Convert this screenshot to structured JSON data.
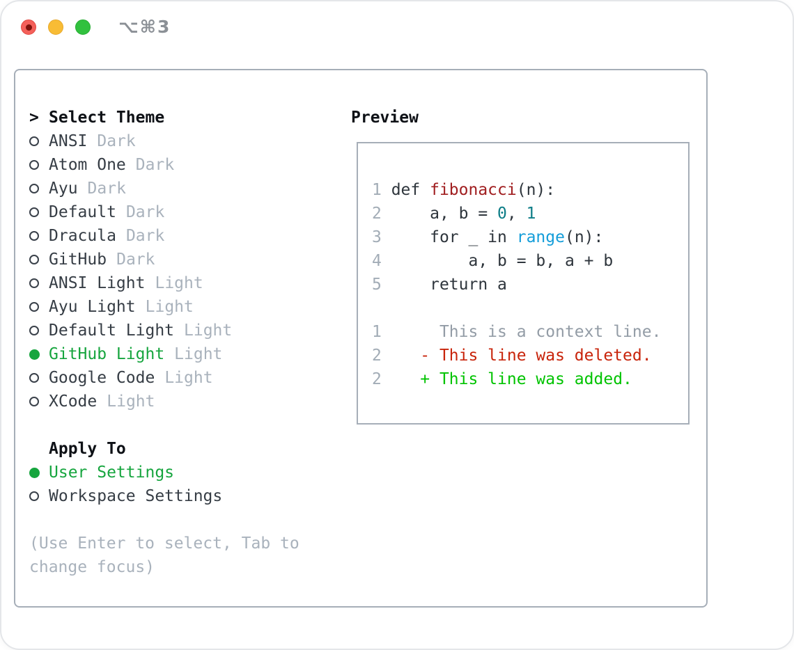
{
  "window": {
    "title": "⌥⌘3"
  },
  "colors": {
    "accent-green": "#16a53e",
    "diff-add": "#00c300",
    "diff-del": "#c8240b",
    "syntax-fn": "#a01e20",
    "syntax-literal": "#0d7d87",
    "syntax-builtin": "#149dd9",
    "muted": "#a9b2bc",
    "text-dark": "#363d45",
    "border": "#a6aeb8",
    "traffic-red": "#f4605a",
    "traffic-yellow": "#f8bc35",
    "traffic-green": "#31c13e"
  },
  "left": {
    "header": {
      "prompt": ">",
      "label": "Select Theme"
    },
    "themes": [
      {
        "name": "ANSI",
        "variant": "Dark",
        "selected": false
      },
      {
        "name": "Atom One",
        "variant": "Dark",
        "selected": false
      },
      {
        "name": "Ayu",
        "variant": "Dark",
        "selected": false
      },
      {
        "name": "Default",
        "variant": "Dark",
        "selected": false
      },
      {
        "name": "Dracula",
        "variant": "Dark",
        "selected": false
      },
      {
        "name": "GitHub",
        "variant": "Dark",
        "selected": false
      },
      {
        "name": "ANSI Light",
        "variant": "Light",
        "selected": false
      },
      {
        "name": "Ayu Light",
        "variant": "Light",
        "selected": false
      },
      {
        "name": "Default Light",
        "variant": "Light",
        "selected": false
      },
      {
        "name": "GitHub Light",
        "variant": "Light",
        "selected": true
      },
      {
        "name": "Google Code",
        "variant": "Light",
        "selected": false
      },
      {
        "name": "XCode",
        "variant": "Light",
        "selected": false
      }
    ],
    "apply_to": {
      "header": "Apply To",
      "options": [
        {
          "name": "User Settings",
          "selected": true
        },
        {
          "name": "Workspace Settings",
          "selected": false
        }
      ]
    },
    "hint": "(Use Enter to select, Tab to change focus)"
  },
  "preview": {
    "header": "Preview",
    "lines": [
      {
        "segs": [
          {
            "t": "1 ",
            "c": "num"
          },
          {
            "t": "def ",
            "c": "code"
          },
          {
            "t": "fibonacci",
            "c": "fn"
          },
          {
            "t": "(n):",
            "c": "code"
          }
        ]
      },
      {
        "segs": [
          {
            "t": "2 ",
            "c": "num"
          },
          {
            "t": "    a, b = ",
            "c": "code"
          },
          {
            "t": "0",
            "c": "lit"
          },
          {
            "t": ", ",
            "c": "code"
          },
          {
            "t": "1",
            "c": "lit"
          }
        ]
      },
      {
        "segs": [
          {
            "t": "3 ",
            "c": "num"
          },
          {
            "t": "    for _ in ",
            "c": "code"
          },
          {
            "t": "range",
            "c": "builtin"
          },
          {
            "t": "(n):",
            "c": "code"
          }
        ]
      },
      {
        "segs": [
          {
            "t": "4 ",
            "c": "num"
          },
          {
            "t": "        a, b = b, a + b",
            "c": "code"
          }
        ]
      },
      {
        "segs": [
          {
            "t": "5 ",
            "c": "num"
          },
          {
            "t": "    return a",
            "c": "code"
          }
        ]
      },
      {
        "segs": []
      },
      {
        "segs": [
          {
            "t": "1 ",
            "c": "num"
          },
          {
            "t": "     This is a context line.",
            "c": "ctx"
          }
        ]
      },
      {
        "segs": [
          {
            "t": "2 ",
            "c": "num"
          },
          {
            "t": "   ",
            "c": "code"
          },
          {
            "t": "- This line was deleted.",
            "c": "del"
          }
        ]
      },
      {
        "segs": [
          {
            "t": "2 ",
            "c": "num"
          },
          {
            "t": "   ",
            "c": "code"
          },
          {
            "t": "+ This line was added.",
            "c": "add"
          }
        ]
      }
    ]
  }
}
